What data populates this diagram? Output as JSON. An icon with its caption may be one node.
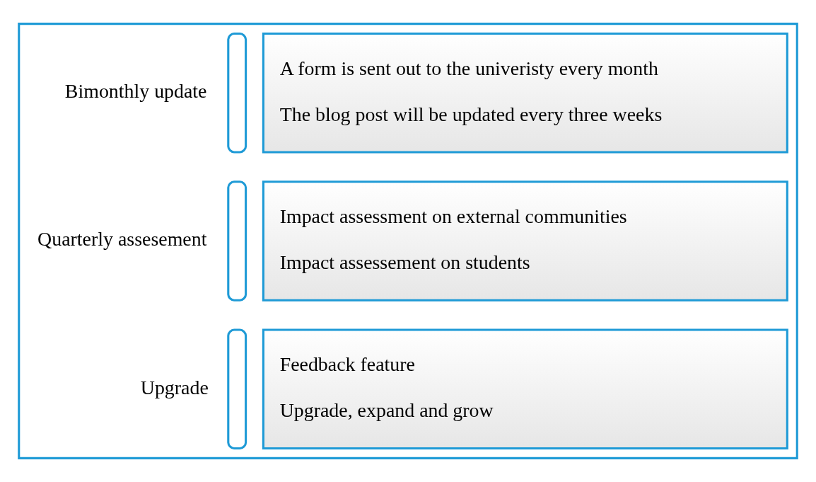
{
  "diagram": {
    "nodes": [
      {
        "text": [],
        "shape": "box"
      },
      {
        "text": [
          "Bimonthly update",
          "A form is sent out to the univeristy every month",
          "The blog post will be updated every three weeks"
        ],
        "in": 0
      },
      {
        "text": [
          "Quarterly assesement",
          "Impact assessment on external communities",
          "Impact assessement on students"
        ],
        "in": 0
      },
      {
        "text": [
          "Upgrade",
          "Feedback feature",
          "Upgrade, expand and grow"
        ],
        "in": 0
      }
    ],
    "edges": []
  }
}
